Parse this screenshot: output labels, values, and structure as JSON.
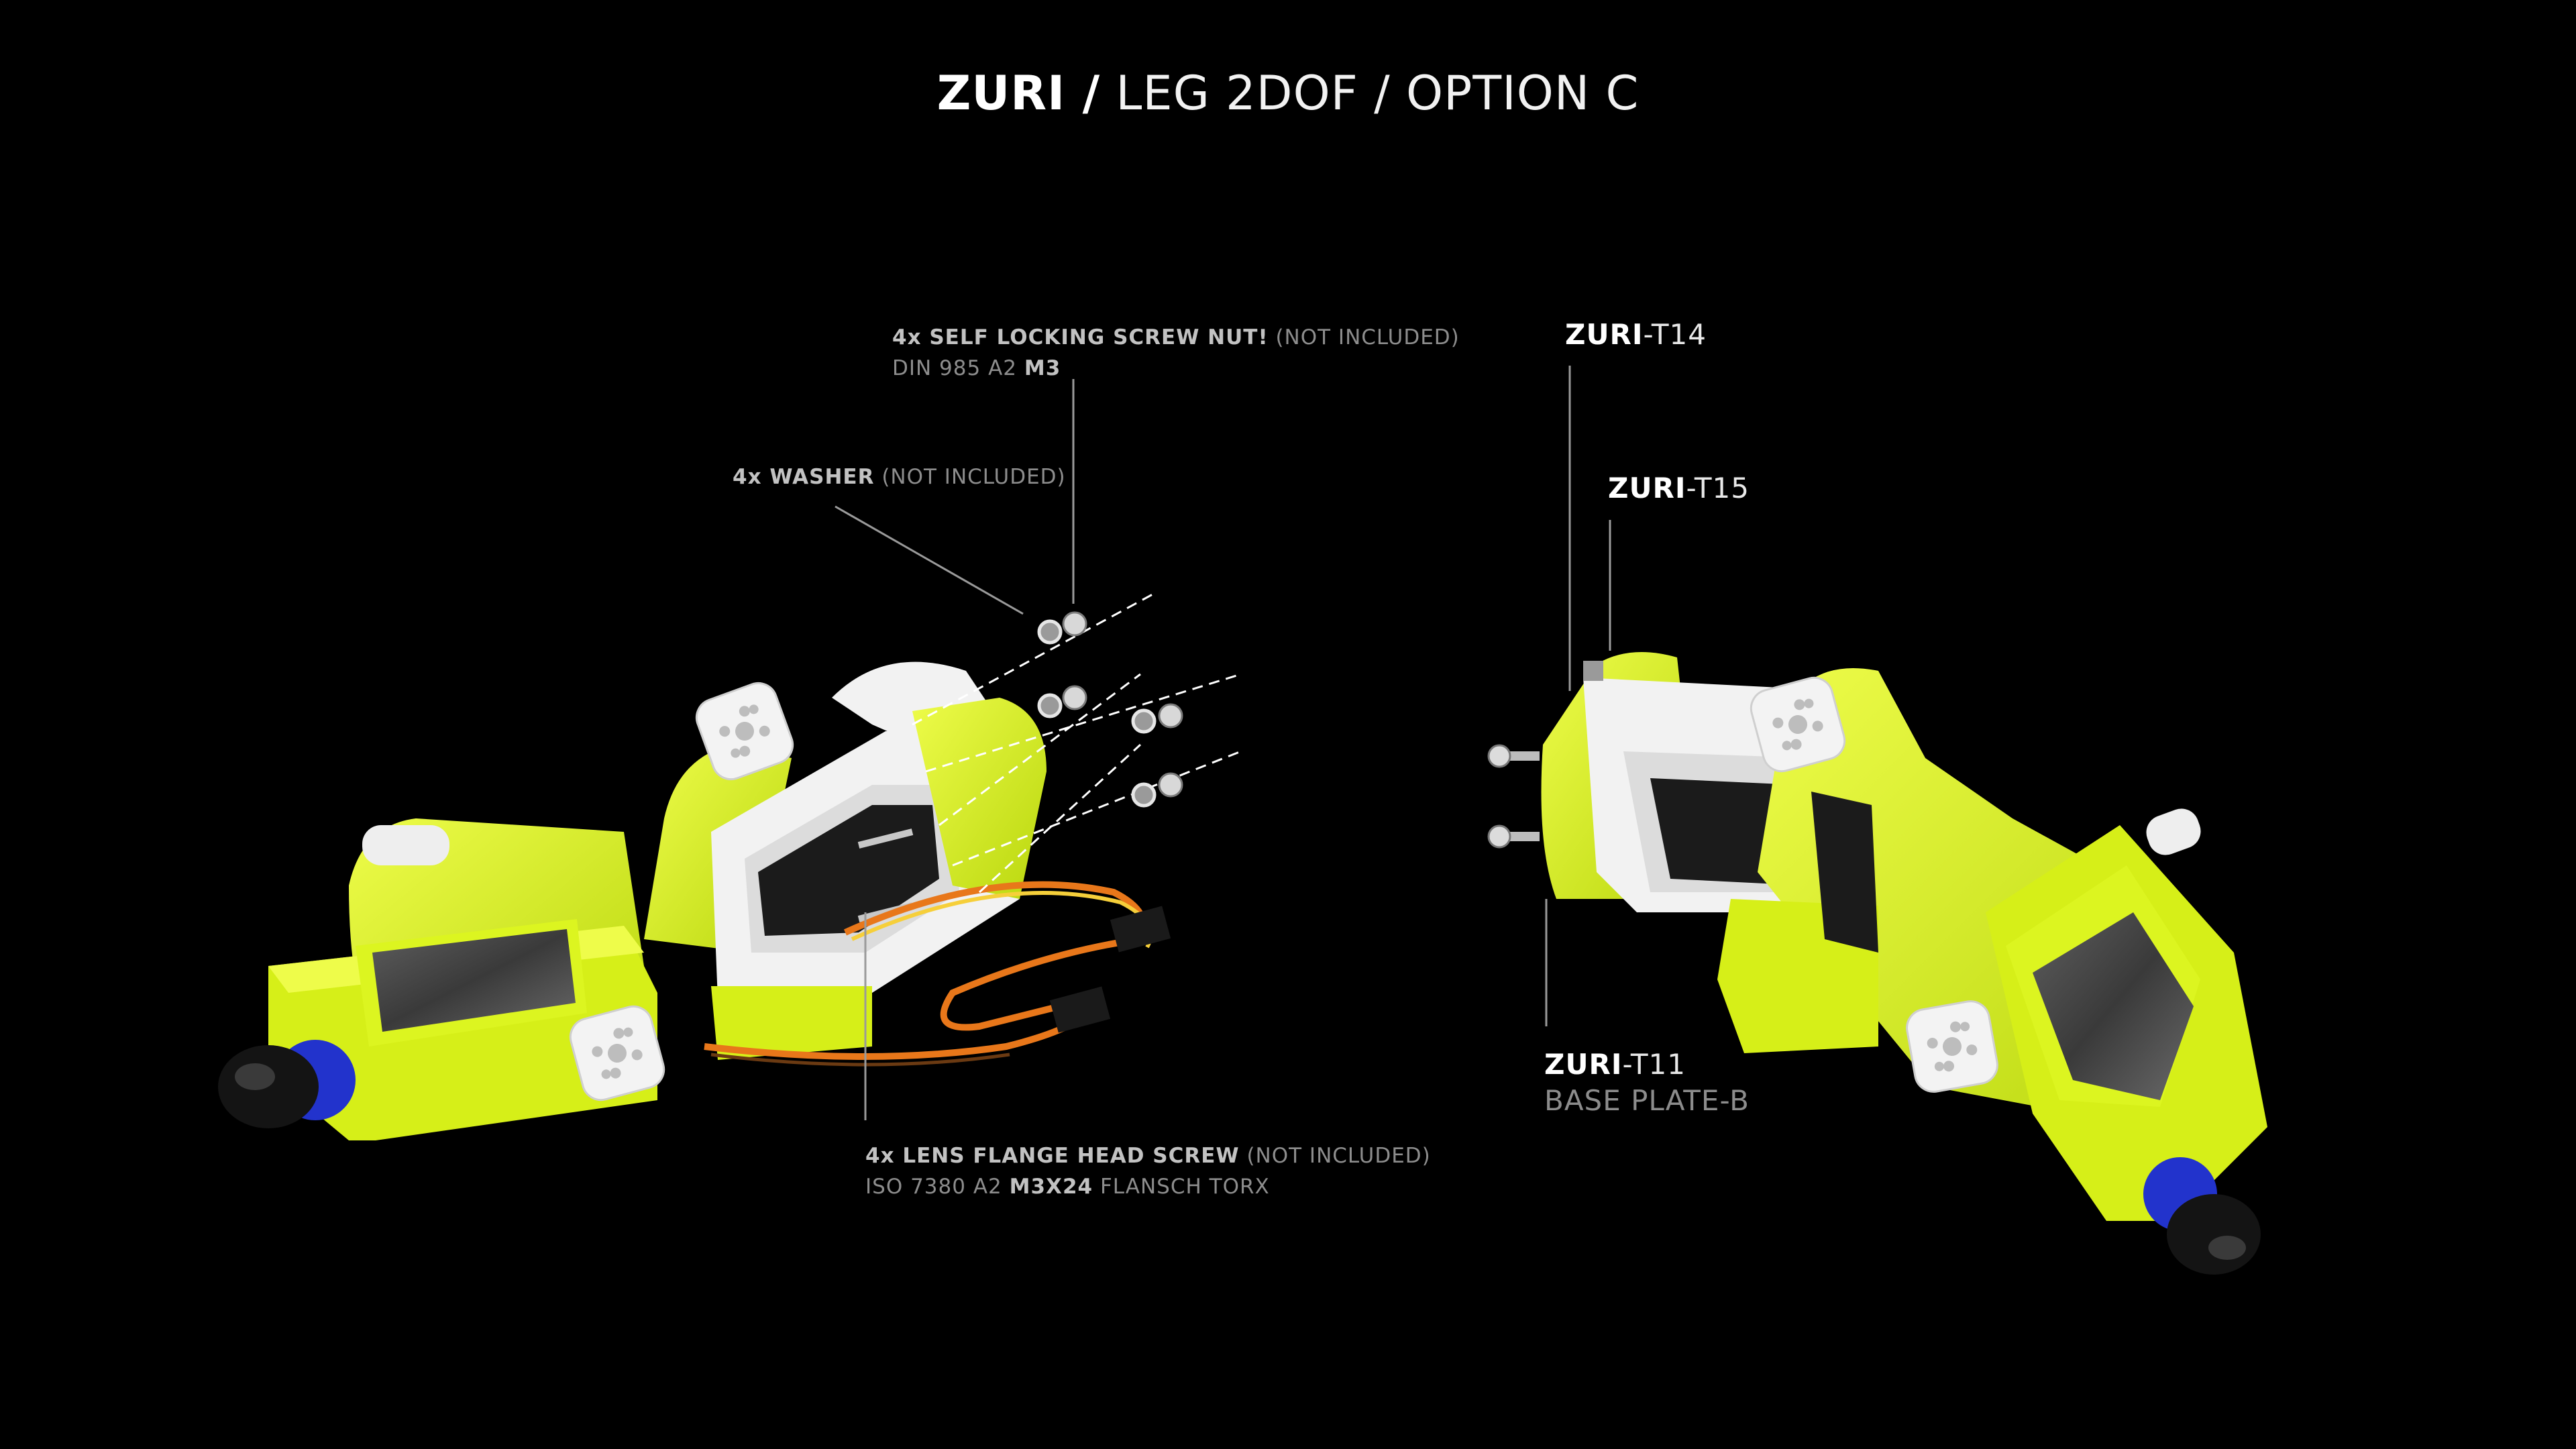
{
  "title": {
    "bold": "ZURI /",
    "light": "LEG 2DOF / OPTION C"
  },
  "callouts": {
    "nut": {
      "qty_name": "4x SELF LOCKING SCREW NUT!",
      "note": "(NOT INCLUDED)",
      "spec": "DIN 985 A2",
      "size": "M3"
    },
    "washer": {
      "qty_name": "4x WASHER",
      "note": "(NOT INCLUDED)"
    },
    "screw": {
      "qty_name": "4x LENS FLANGE HEAD SCREW",
      "note": "(NOT INCLUDED)",
      "spec": "ISO 7380 A2",
      "size": "M3X24",
      "suffix": "FLANSCH TORX"
    }
  },
  "parts": {
    "t14": {
      "brand": "ZURI",
      "code": "-T14"
    },
    "t15": {
      "brand": "ZURI",
      "code": "-T15"
    },
    "t11": {
      "brand": "ZURI",
      "code": "-T11",
      "sub": "BASE PLATE-B"
    }
  },
  "colors": {
    "background": "#000000",
    "part_yellow": "#dcf520",
    "part_white": "#f2f2f2",
    "servo_black": "#1b1b1b",
    "connector_blue": "#2233cc",
    "wire_orange": "#e8771a"
  }
}
